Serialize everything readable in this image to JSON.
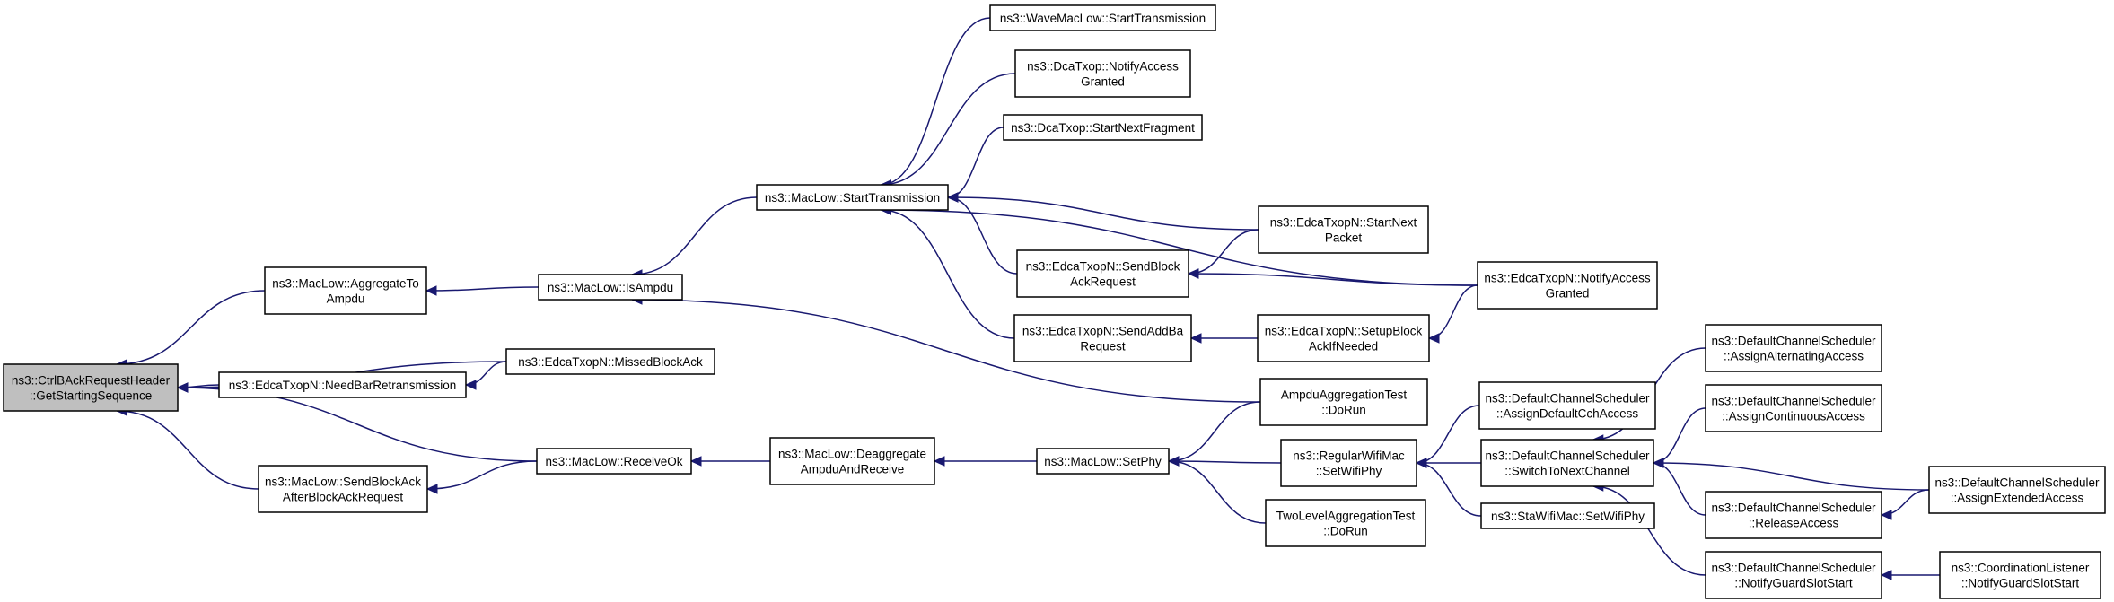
{
  "graph": {
    "colors": {
      "edge": "#191970",
      "node_border": "#000000",
      "root_fill": "#bfbfbf",
      "node_fill": "#ffffff"
    },
    "nodes": [
      {
        "id": "root",
        "lines": [
          "ns3::CtrlBAckRequestHeader",
          "::GetStartingSequence"
        ],
        "root": true
      },
      {
        "id": "aggregate",
        "lines": [
          "ns3::MacLow::AggregateTo",
          "Ampdu"
        ]
      },
      {
        "id": "needbar",
        "lines": [
          "ns3::EdcaTxopN::NeedBarRetransmission"
        ]
      },
      {
        "id": "sendbaafter",
        "lines": [
          "ns3::MacLow::SendBlockAck",
          "AfterBlockAckRequest"
        ]
      },
      {
        "id": "isampdu",
        "lines": [
          "ns3::MacLow::IsAmpdu"
        ]
      },
      {
        "id": "missed",
        "lines": [
          "ns3::EdcaTxopN::MissedBlockAck"
        ]
      },
      {
        "id": "receiveok",
        "lines": [
          "ns3::MacLow::ReceiveOk"
        ]
      },
      {
        "id": "starttx",
        "lines": [
          "ns3::MacLow::StartTransmission"
        ]
      },
      {
        "id": "deaggregate",
        "lines": [
          "ns3::MacLow::Deaggregate",
          "AmpduAndReceive"
        ]
      },
      {
        "id": "wavestart",
        "lines": [
          "ns3::WaveMacLow::StartTransmission"
        ]
      },
      {
        "id": "dcanotify",
        "lines": [
          "ns3::DcaTxop::NotifyAccess",
          "Granted"
        ]
      },
      {
        "id": "dcanext",
        "lines": [
          "ns3::DcaTxop::StartNextFragment"
        ]
      },
      {
        "id": "sendbar",
        "lines": [
          "ns3::EdcaTxopN::SendBlock",
          "AckRequest"
        ]
      },
      {
        "id": "sendaddba",
        "lines": [
          "ns3::EdcaTxopN::SendAddBa",
          "Request"
        ]
      },
      {
        "id": "setphy",
        "lines": [
          "ns3::MacLow::SetPhy"
        ]
      },
      {
        "id": "startnextpkt",
        "lines": [
          "ns3::EdcaTxopN::StartNext",
          "Packet"
        ]
      },
      {
        "id": "setupblock",
        "lines": [
          "ns3::EdcaTxopN::SetupBlock",
          "AckIfNeeded"
        ]
      },
      {
        "id": "ampdutest",
        "lines": [
          "AmpduAggregationTest",
          "::DoRun"
        ]
      },
      {
        "id": "regularphy",
        "lines": [
          "ns3::RegularWifiMac",
          "::SetWifiPhy"
        ]
      },
      {
        "id": "twolevel",
        "lines": [
          "TwoLevelAggregationTest",
          "::DoRun"
        ]
      },
      {
        "id": "edcanotify",
        "lines": [
          "ns3::EdcaTxopN::NotifyAccess",
          "Granted"
        ]
      },
      {
        "id": "assigndefault",
        "lines": [
          "ns3::DefaultChannelScheduler",
          "::AssignDefaultCchAccess"
        ]
      },
      {
        "id": "switchnext",
        "lines": [
          "ns3::DefaultChannelScheduler",
          "::SwitchToNextChannel"
        ]
      },
      {
        "id": "staphy",
        "lines": [
          "ns3::StaWifiMac::SetWifiPhy"
        ]
      },
      {
        "id": "assignalt",
        "lines": [
          "ns3::DefaultChannelScheduler",
          "::AssignAlternatingAccess"
        ]
      },
      {
        "id": "assigncont",
        "lines": [
          "ns3::DefaultChannelScheduler",
          "::AssignContinuousAccess"
        ]
      },
      {
        "id": "release",
        "lines": [
          "ns3::DefaultChannelScheduler",
          "::ReleaseAccess"
        ]
      },
      {
        "id": "notifyguard",
        "lines": [
          "ns3::DefaultChannelScheduler",
          "::NotifyGuardSlotStart"
        ]
      },
      {
        "id": "assignext",
        "lines": [
          "ns3::DefaultChannelScheduler",
          "::AssignExtendedAccess"
        ]
      },
      {
        "id": "coordguard",
        "lines": [
          "ns3::CoordinationListener",
          "::NotifyGuardSlotStart"
        ]
      }
    ],
    "edges": [
      {
        "from": "aggregate",
        "to": "root"
      },
      {
        "from": "needbar",
        "to": "root"
      },
      {
        "from": "sendbaafter",
        "to": "root"
      },
      {
        "from": "missed",
        "to": "root"
      },
      {
        "from": "receiveok",
        "to": "root"
      },
      {
        "from": "isampdu",
        "to": "aggregate"
      },
      {
        "from": "missed",
        "to": "needbar"
      },
      {
        "from": "receiveok",
        "to": "sendbaafter"
      },
      {
        "from": "starttx",
        "to": "isampdu"
      },
      {
        "from": "ampdutest",
        "to": "isampdu"
      },
      {
        "from": "deaggregate",
        "to": "receiveok"
      },
      {
        "from": "wavestart",
        "to": "starttx"
      },
      {
        "from": "dcanotify",
        "to": "starttx"
      },
      {
        "from": "dcanext",
        "to": "starttx"
      },
      {
        "from": "edcanotify",
        "to": "starttx"
      },
      {
        "from": "startnextpkt",
        "to": "starttx"
      },
      {
        "from": "sendbar",
        "to": "starttx"
      },
      {
        "from": "sendaddba",
        "to": "starttx"
      },
      {
        "from": "setphy",
        "to": "deaggregate"
      },
      {
        "from": "startnextpkt",
        "to": "sendbar"
      },
      {
        "from": "edcanotify",
        "to": "sendbar"
      },
      {
        "from": "setupblock",
        "to": "sendaddba"
      },
      {
        "from": "edcanotify",
        "to": "setupblock"
      },
      {
        "from": "ampdutest",
        "to": "setphy"
      },
      {
        "from": "regularphy",
        "to": "setphy"
      },
      {
        "from": "twolevel",
        "to": "setphy"
      },
      {
        "from": "assigndefault",
        "to": "regularphy"
      },
      {
        "from": "switchnext",
        "to": "regularphy"
      },
      {
        "from": "staphy",
        "to": "regularphy"
      },
      {
        "from": "assignalt",
        "to": "switchnext"
      },
      {
        "from": "assigncont",
        "to": "switchnext"
      },
      {
        "from": "assignext",
        "to": "switchnext"
      },
      {
        "from": "release",
        "to": "switchnext"
      },
      {
        "from": "notifyguard",
        "to": "switchnext"
      },
      {
        "from": "assignext",
        "to": "release"
      },
      {
        "from": "coordguard",
        "to": "notifyguard"
      }
    ]
  }
}
